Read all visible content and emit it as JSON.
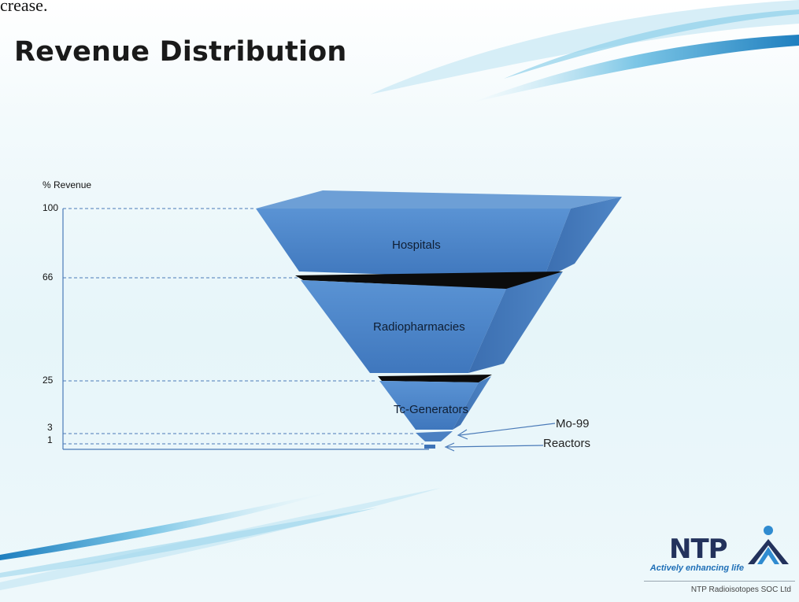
{
  "slide": {
    "top_fragment": "crease.",
    "title": "Revenue Distribution"
  },
  "axis": {
    "label": "% Revenue",
    "ticks": [
      "100",
      "66",
      "25",
      "3",
      "1"
    ]
  },
  "layers": [
    {
      "name": "Hospitals",
      "top_pct": 100,
      "bottom_pct": 66
    },
    {
      "name": "Radiopharmacies",
      "top_pct": 66,
      "bottom_pct": 25
    },
    {
      "name": "Tc-Generators",
      "top_pct": 25,
      "bottom_pct": 3
    },
    {
      "name": "Mo-99",
      "top_pct": 3,
      "bottom_pct": 1
    },
    {
      "name": "Reactors",
      "top_pct": 1,
      "bottom_pct": 0
    }
  ],
  "callouts": [
    "Mo-99",
    "Reactors"
  ],
  "colors": {
    "funnel_front": "#4e86c9",
    "funnel_side": "#3c6fb0",
    "funnel_top": "#6c9dd4",
    "guide_lines": "#4a7ab8",
    "brand_blue": "#1e6fb7",
    "brand_dark": "#23325c"
  },
  "logo": {
    "wordmark": "NTP",
    "tagline": "Actively enhancing life",
    "company": "NTP Radioisotopes SOC Ltd"
  }
}
